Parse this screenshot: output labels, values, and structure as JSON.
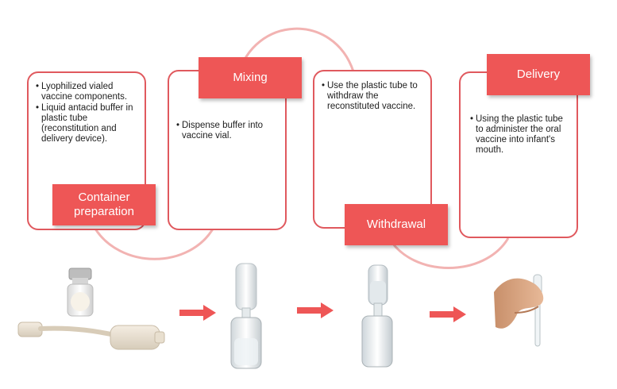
{
  "colors": {
    "accent": "#ee5656",
    "border": "#e0595e",
    "connector": "#f2b3b2"
  },
  "steps": [
    {
      "title": "Container preparation",
      "bullets": [
        "Lyophilized vialed vaccine components.",
        "Liquid antacid buffer in plastic tube (reconstitution and delivery device)."
      ]
    },
    {
      "title": "Mixing",
      "bullets": [
        "Dispense buffer into vaccine vial."
      ]
    },
    {
      "title": "Withdrawal",
      "bullets": [
        "Use the plastic tube to withdraw the reconstituted vaccine."
      ]
    },
    {
      "title": "Delivery",
      "bullets": [
        "Using the plastic tube to administer the oral vaccine into infant's mouth."
      ]
    }
  ],
  "flow_arrows": [
    "right-arrow",
    "right-arrow",
    "right-arrow"
  ]
}
